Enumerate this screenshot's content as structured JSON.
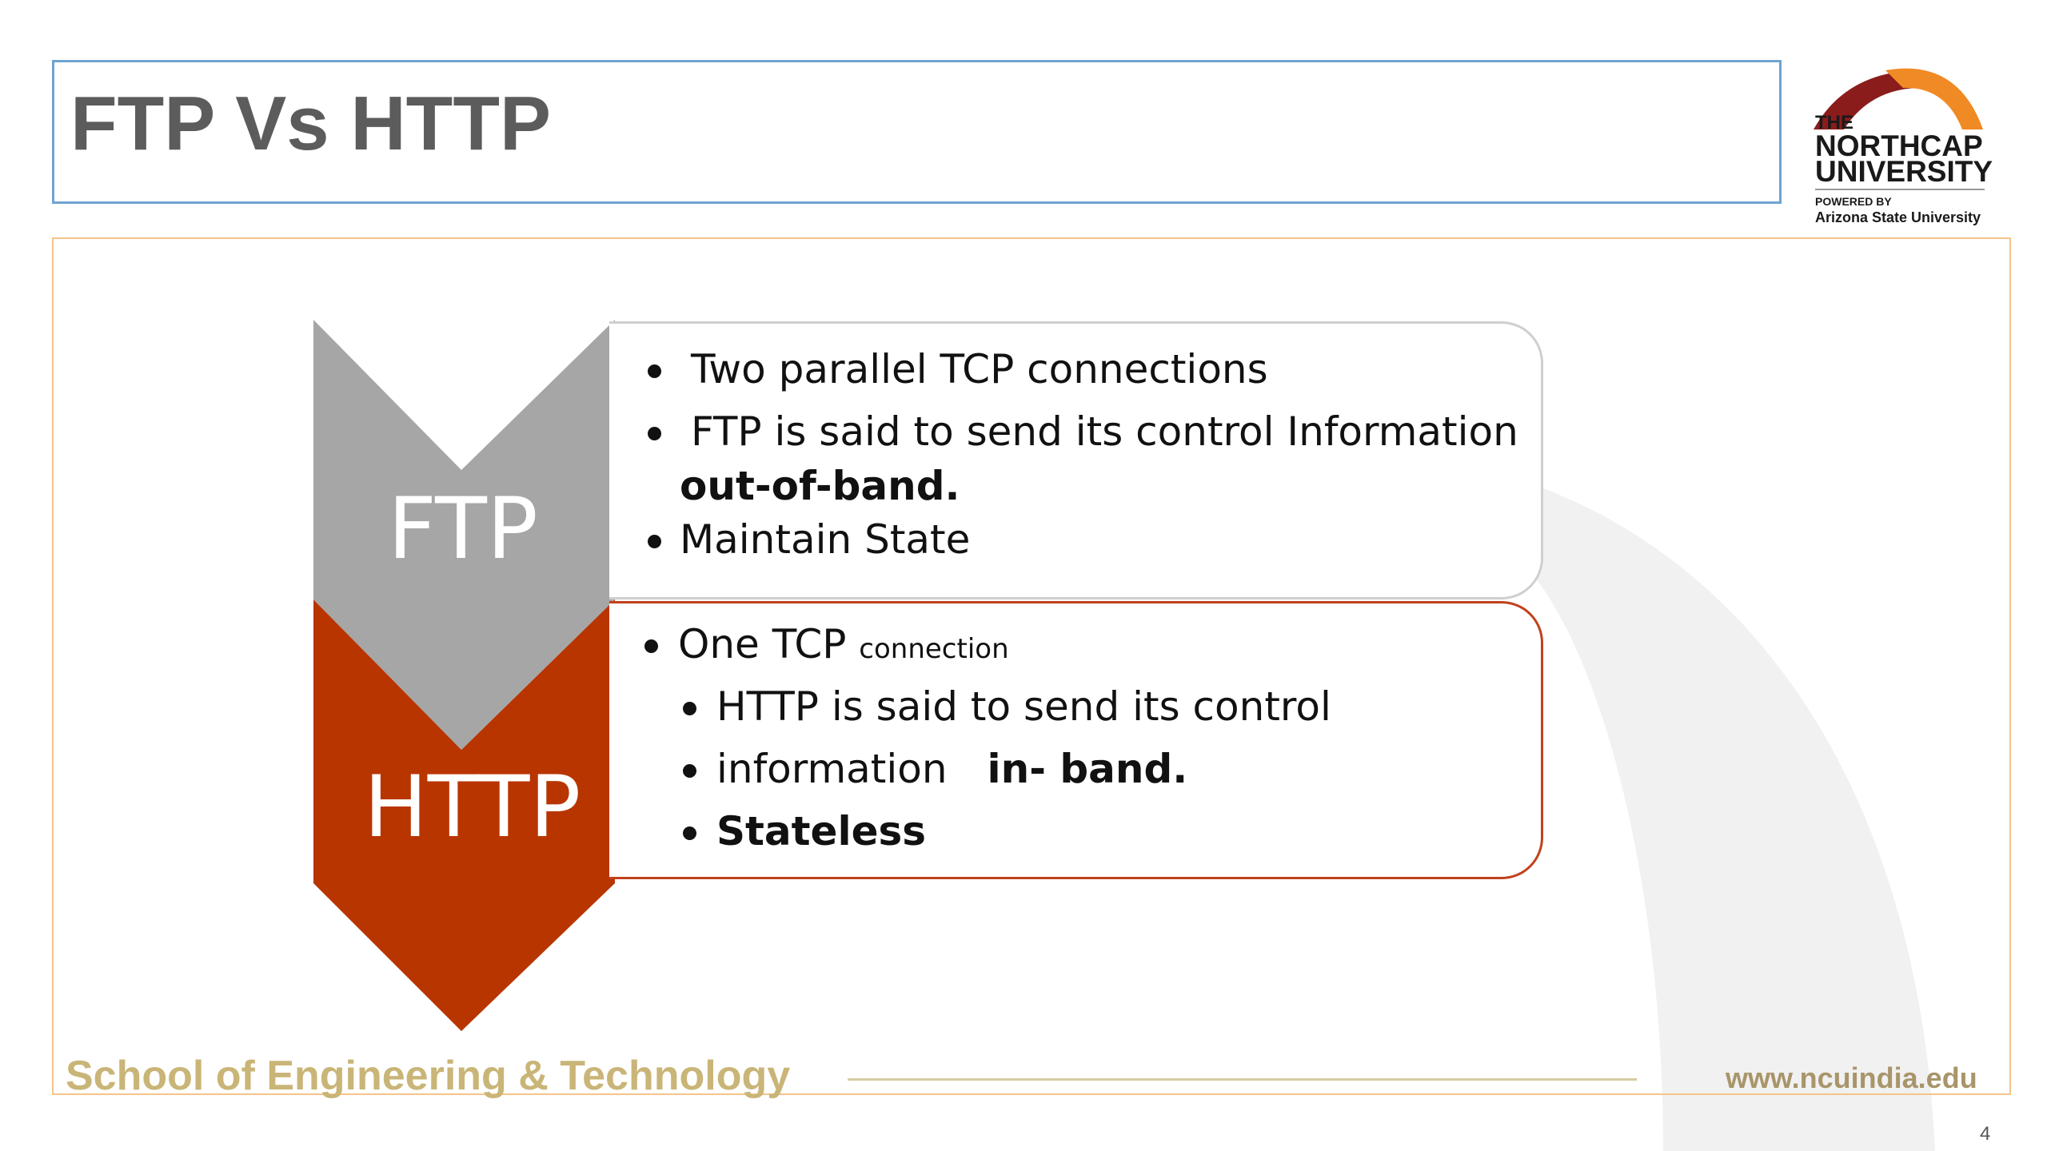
{
  "slide": {
    "title": "FTP Vs HTTP",
    "page_number": "4"
  },
  "logo": {
    "the": "THE",
    "line1": "NORTHCAP",
    "line2": "UNIVERSITY",
    "powered_by": "POWERED BY",
    "asu": "Arizona State University"
  },
  "ftp": {
    "label": "FTP",
    "bullets": [
      "Two parallel TCP connections",
      "FTP is said to send its control Information",
      "out-of-band.",
      "Maintain State"
    ]
  },
  "http": {
    "label": "HTTP",
    "bullets": [
      "One TCP",
      "connection",
      "HTTP is said to send its control",
      "information",
      "in- band.",
      "Stateless"
    ]
  },
  "footer": {
    "school": "School of Engineering & Technology",
    "url": "www.ncuindia.edu"
  },
  "colors": {
    "ftp_chevron": "#a6a6a6",
    "http_chevron": "#b83500",
    "title_border": "#6fa3cf",
    "content_border": "#f5c48a",
    "footer_text": "#c9b577"
  }
}
